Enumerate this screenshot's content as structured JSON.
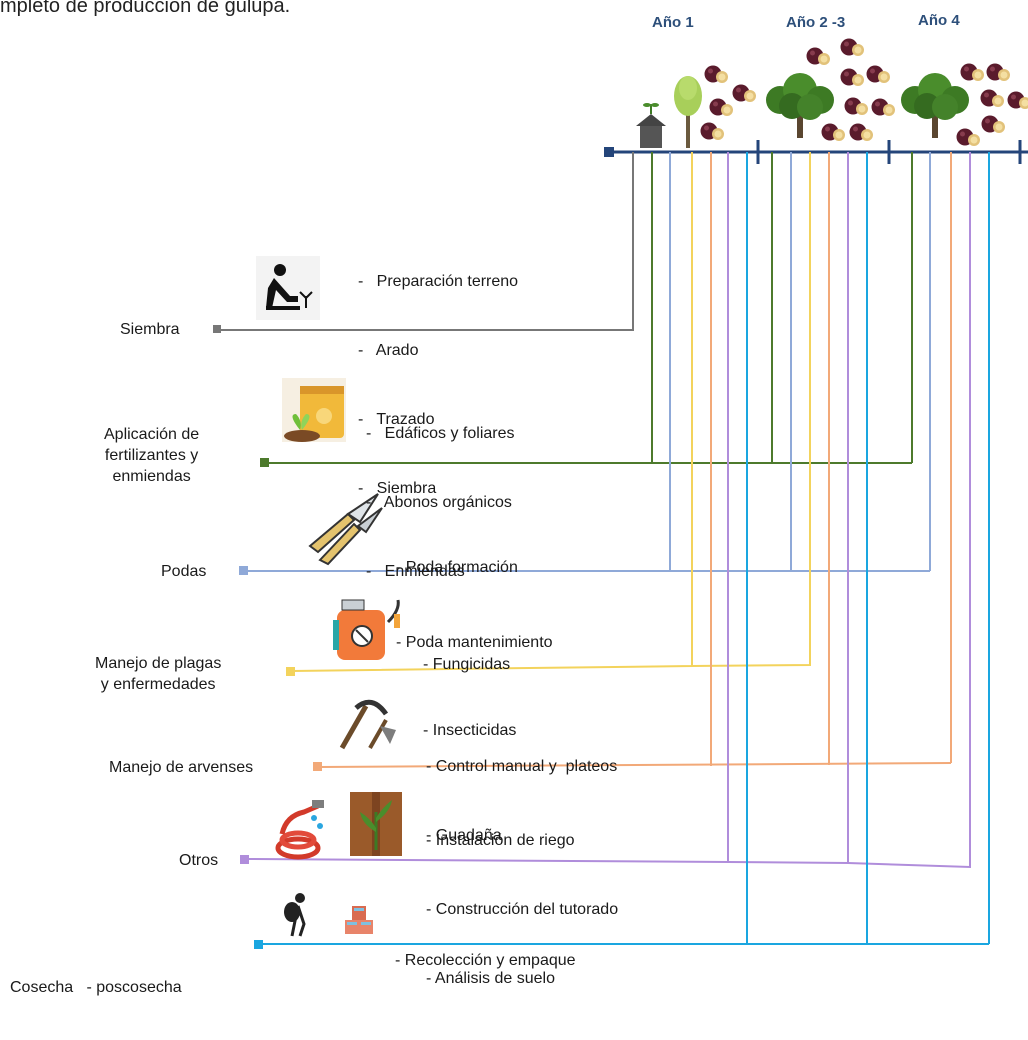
{
  "caption": "mpleto de producción de gulupa.",
  "timeline": {
    "years": [
      "Año 1",
      "Año 2 -3",
      "Año 4"
    ]
  },
  "activities": [
    {
      "id": "siembra",
      "label_lines": [
        "Siembra"
      ],
      "color": "#777777",
      "icon": "kneeling-planting-person-icon",
      "bullets": [
        "-   Preparación terreno",
        "-   Arado",
        "-   Trazado",
        "-   Siembra"
      ]
    },
    {
      "id": "fertilizantes",
      "label_lines": [
        "Aplicación de",
        "fertilizantes y",
        "enmiendas"
      ],
      "color": "#4d7a2c",
      "icon": "fertilizer-bag-icon",
      "bullets": [
        "-   Edáficos y foliares",
        "-   Abonos orgánicos",
        "-   Enmiendas"
      ]
    },
    {
      "id": "podas",
      "label_lines": [
        "Podas"
      ],
      "color": "#8fa9d8",
      "icon": "pruning-shears-icon",
      "bullets": [
        "- Poda formación",
        "- Poda mantenimiento"
      ]
    },
    {
      "id": "plagas",
      "label_lines": [
        "Manejo de plagas",
        " y enfermedades"
      ],
      "color": "#f3d35c",
      "icon": "sprayer-icon",
      "bullets": [
        "- Fungicidas",
        "- Insecticidas"
      ]
    },
    {
      "id": "arvenses",
      "label_lines": [
        "Manejo de arvenses"
      ],
      "color": "#f2a978",
      "icon": "hoe-tools-icon",
      "bullets": [
        "- Control manual y  plateos",
        "- Guadaña"
      ]
    },
    {
      "id": "otros",
      "label_lines": [
        "Otros"
      ],
      "color": "#b08ddb",
      "icon": "hose-and-trellis-icon",
      "bullets": [
        "- Instalación de riego",
        "- Construcción del tutorado",
        "- Análisis de suelo"
      ]
    },
    {
      "id": "cosecha",
      "label_lines": [
        "Cosecha   - poscosecha"
      ],
      "color": "#1aa6e0",
      "icon": "harvester-and-boxes-icon",
      "bullets": [
        "- Recolección y empaque"
      ]
    }
  ],
  "colors": {
    "timeline": "#24457a",
    "fruit": "#5a1b2c",
    "tree": "#3d7a24"
  }
}
